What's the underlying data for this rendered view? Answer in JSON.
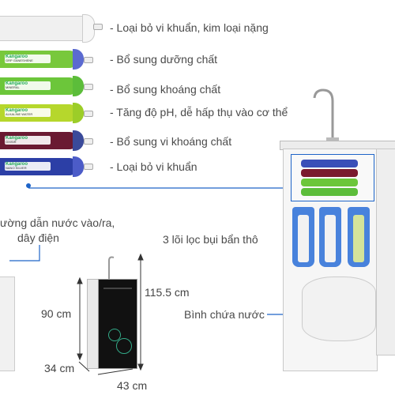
{
  "features": [
    "- Loại bỏ vi khuẩn, kim loại nặng",
    "- Bổ sung dưỡng chất",
    "- Bổ sung khoáng chất",
    "- Tăng độ pH, dễ hấp thụ vào cơ thể",
    "- Bổ sung vi khoáng chất",
    "- Loại bỏ vi khuẩn"
  ],
  "cartridge_brand": "Kangaroo",
  "colors": {
    "cartridge_colors": [
      "#f0f0f0",
      "#78c83c",
      "#6cc63a",
      "#b6d72c",
      "#6a1a32",
      "#2c3fa6"
    ],
    "cap_colors": [
      "#f3f3f3",
      "#5b6ad0",
      "#5cbd3a",
      "#9ccd28",
      "#3a4a9a",
      "#4c5cc8"
    ],
    "accent": "#1e64c8",
    "line": "#1e64c8"
  },
  "connection_label_line1": "ường dẫn nước vào/ra,",
  "connection_label_line2": "dây điện",
  "pre_filter_label": "3 lõi lọc bụi bẩn thô",
  "tank_label": "Bình chứa nước",
  "dimensions": {
    "height_full": "115.5 cm",
    "height_body": "90 cm",
    "depth": "34 cm",
    "width": "43 cm"
  }
}
